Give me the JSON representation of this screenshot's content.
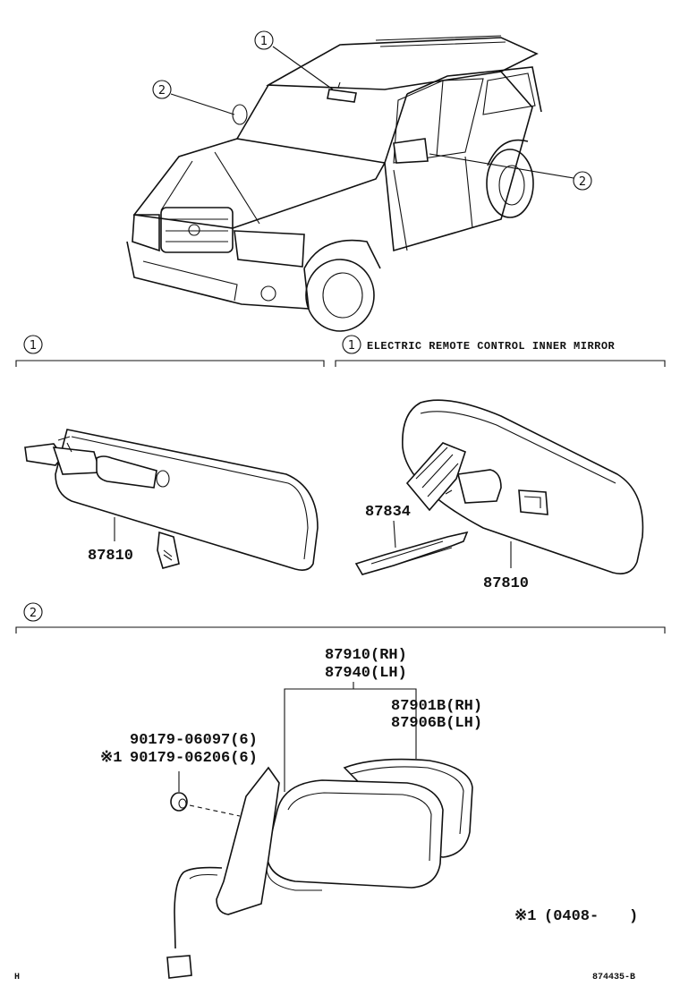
{
  "callouts": {
    "vehicle_1": "1",
    "vehicle_2_left": "2",
    "vehicle_2_right": "2",
    "section_1_left": "1",
    "section_1_right": "1",
    "section_2": "2"
  },
  "section_headers": {
    "right_1_title": "ELECTRIC REMOTE CONTROL INNER MIRROR"
  },
  "parts": {
    "inner_mirror_left": "87810",
    "inner_mirror_right": "87810",
    "tool": "87834",
    "outer_mirror_rh": "87910(RH)",
    "outer_mirror_lh": "87940(LH)",
    "mirror_glass_rh": "87901B(RH)",
    "mirror_glass_lh": "87906B(LH)",
    "nut_1": "90179-06097(6)",
    "nut_2_mark": "※1",
    "nut_2": "90179-06206(6)"
  },
  "notes": {
    "footnote_mark": "※1",
    "footnote_text": "(0408-",
    "footnote_close": ")",
    "corner_mark": "H",
    "figure_id": "874435-B"
  }
}
